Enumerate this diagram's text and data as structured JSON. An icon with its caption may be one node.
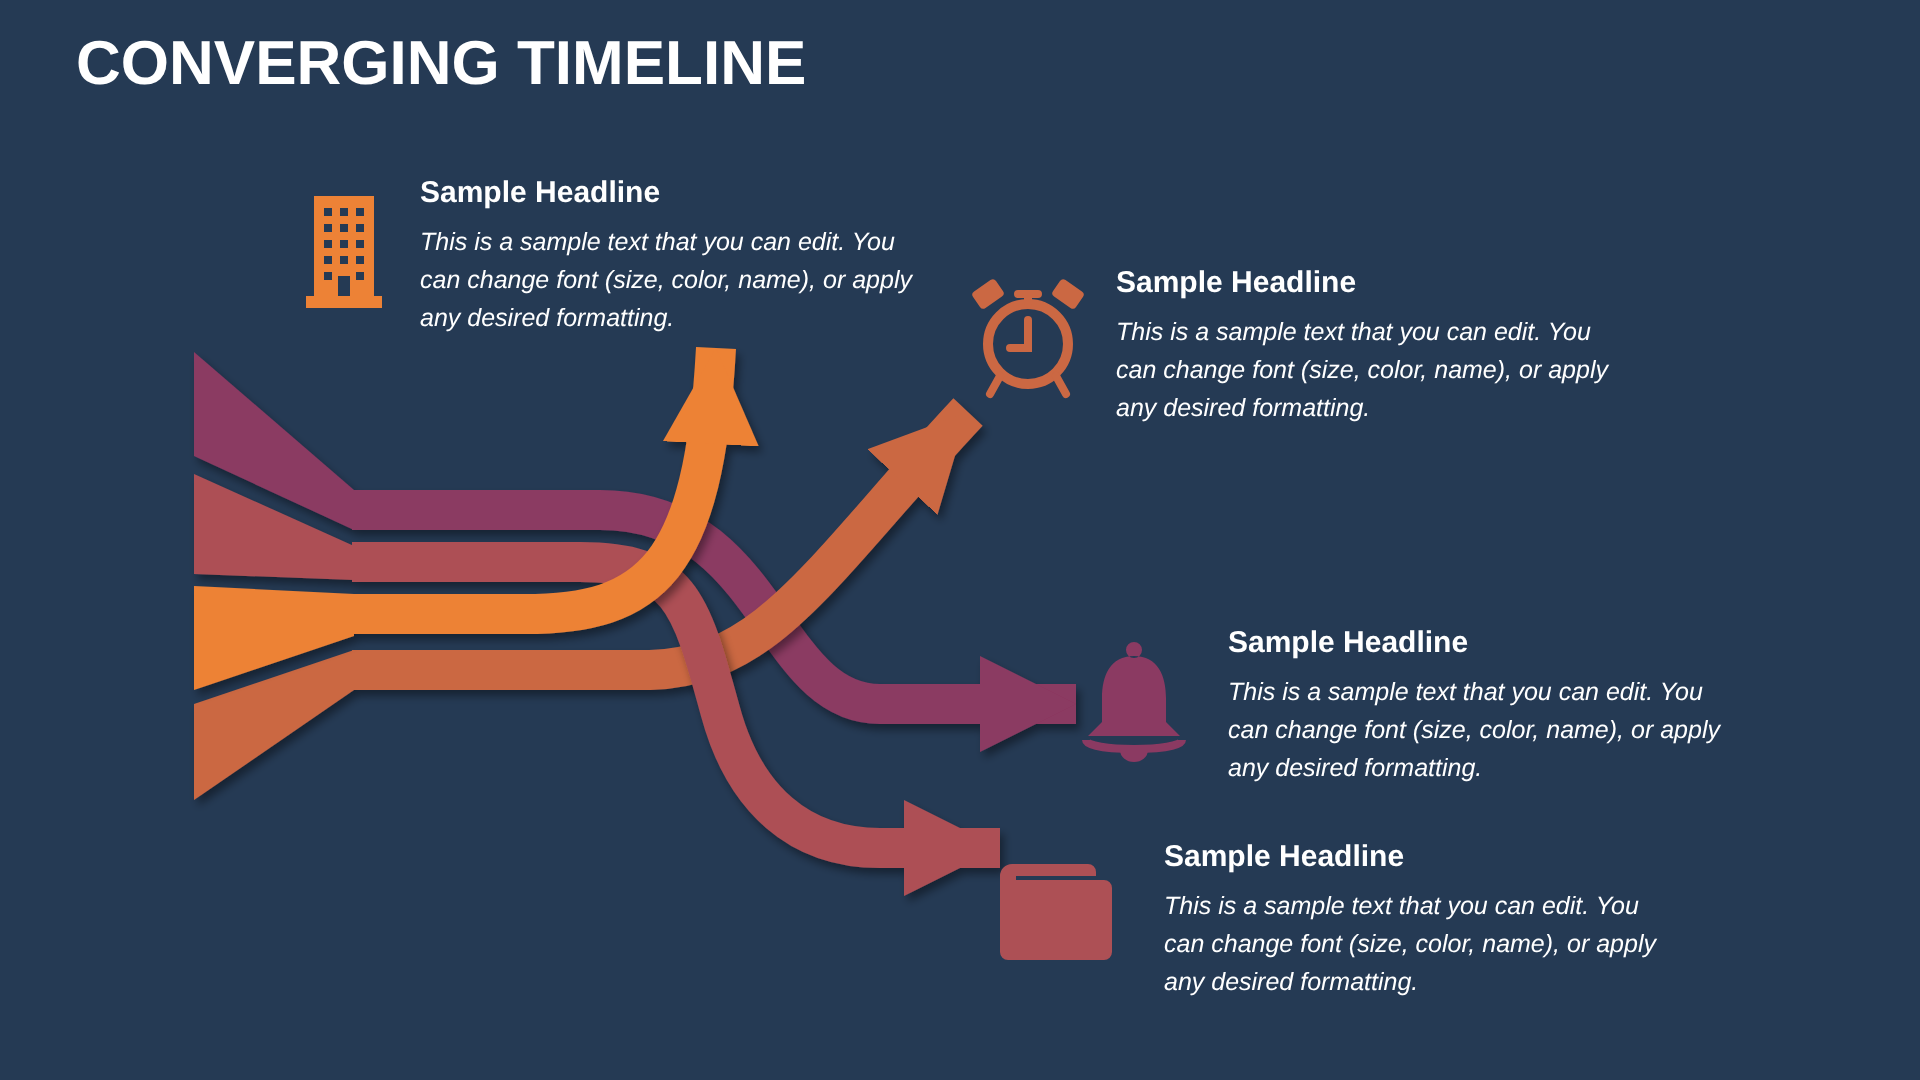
{
  "diagram": {
    "title": "CONVERGING TIMELINE",
    "nodes": [
      {
        "text": [
          "Sample Headline",
          "This is a sample text that you can edit. You can change font (size, color, name), or apply any desired formatting."
        ]
      },
      {
        "text": [
          "Sample Headline",
          "This is a sample text that you can edit. You can change font (size, color, name), or apply any desired formatting."
        ]
      },
      {
        "text": [
          "Sample Headline",
          "This is a sample text that you can edit. You can change font (size, color, name), or apply any desired formatting."
        ]
      },
      {
        "text": [
          "Sample Headline",
          "This is a sample text that you can edit. You can change font (size, color, name), or apply any desired formatting."
        ]
      }
    ],
    "edges": [
      {
        "from": null,
        "to": 2,
        "arrow": "to",
        "color": "#8b3a62"
      },
      {
        "from": null,
        "to": 1,
        "arrow": "to",
        "color": "#cb6843"
      },
      {
        "from": null,
        "to": 3,
        "arrow": "to",
        "color": "#ad5055"
      },
      {
        "from": null,
        "to": 0,
        "arrow": "to",
        "color": "#ed8236"
      }
    ]
  }
}
